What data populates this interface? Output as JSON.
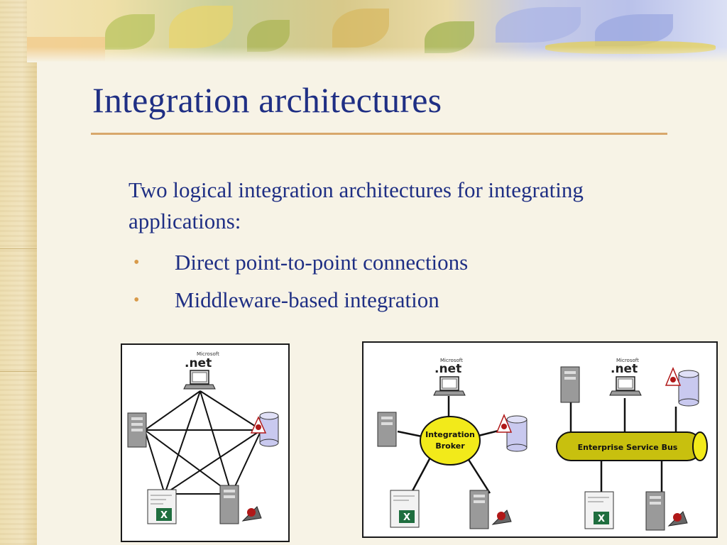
{
  "slide": {
    "title": "Integration architectures",
    "intro": "Two logical integration architectures for integrating applications:",
    "bullets": [
      "Direct point-to-point connections",
      "Middleware-based integration"
    ]
  },
  "labels": {
    "dotnet_small": "Microsoft",
    "dotnet": ".net",
    "integration_broker_line1": "Integration",
    "integration_broker_line2": "Broker",
    "enterprise_service_bus": "Enterprise Service Bus",
    "excel_glyph": "X"
  },
  "colors": {
    "title": "#1f2f84",
    "accent_rule": "#d8a76b",
    "bullet": "#d89a4a",
    "broker_fill": "#f2ea1a",
    "bus_fill": "#c8c00e"
  }
}
